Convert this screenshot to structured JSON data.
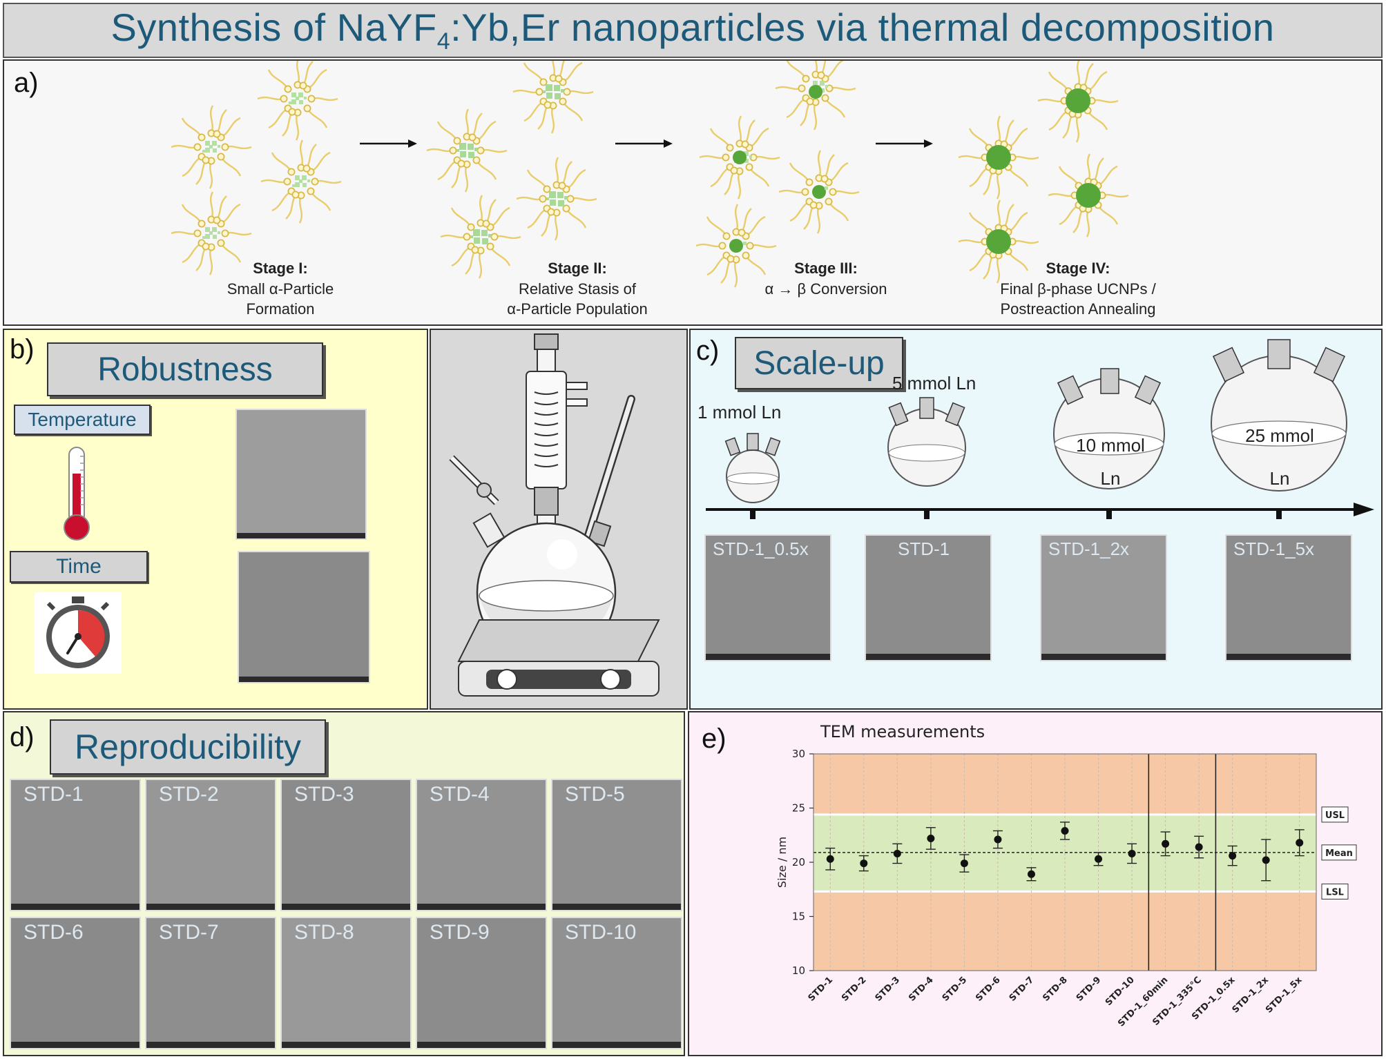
{
  "title": {
    "prefix": "Synthesis of NaYF",
    "sub": "4",
    "suffix": ":Yb,Er nanoparticles via thermal decomposition"
  },
  "panel_a": {
    "letter": "a)",
    "stages": [
      {
        "name": "Stage I:",
        "line1": "Small α-Particle",
        "line2": "Formation"
      },
      {
        "name": "Stage II:",
        "line1": "Relative Stasis of",
        "line2": "α-Particle Population"
      },
      {
        "name": "Stage III:",
        "line1": "α → β Conversion",
        "line2": ""
      },
      {
        "name": "Stage IV:",
        "line1": "Final β-phase UCNPs /",
        "line2": "Postreaction Annealing"
      }
    ]
  },
  "panel_b": {
    "letter": "b)",
    "heading": "Robustness",
    "temperature": "Temperature",
    "time": "Time"
  },
  "panel_c": {
    "letter": "c)",
    "heading": "Scale-up",
    "flasks": [
      {
        "text": "1 mmol Ln"
      },
      {
        "text": "5 mmol Ln"
      },
      {
        "text_top": "10 mmol",
        "text_bottom": "Ln"
      },
      {
        "text_top": "25 mmol",
        "text_bottom": "Ln"
      }
    ],
    "images": [
      "STD-1_0.5x",
      "STD-1",
      "STD-1_2x",
      "STD-1_5x"
    ]
  },
  "panel_d": {
    "letter": "d)",
    "heading": "Reproducibility",
    "images": [
      "STD-1",
      "STD-2",
      "STD-3",
      "STD-4",
      "STD-5",
      "STD-6",
      "STD-7",
      "STD-8",
      "STD-9",
      "STD-10"
    ]
  },
  "panel_e": {
    "letter": "e)"
  },
  "colors": {
    "title_text": "#1d5a7a",
    "panel_b_bg": "#ffffcc",
    "panel_c_bg": "#eaf7fb",
    "panel_d_bg": "#f2f8d8",
    "panel_e_bg": "#fdf0f8",
    "spec_out": "#f7c8a6",
    "spec_in": "#d9ebbc",
    "micelle_tail": "#e8cd6a"
  },
  "chart_data": {
    "type": "scatter",
    "title": "TEM measurements",
    "xlabel": "",
    "ylabel": "Size / nm",
    "ylim": [
      10,
      30
    ],
    "yticks": [
      10,
      15,
      20,
      25,
      30
    ],
    "categories": [
      "STD-1",
      "STD-2",
      "STD-3",
      "STD-4",
      "STD-5",
      "STD-6",
      "STD-7",
      "STD-8",
      "STD-9",
      "STD-10",
      "STD-1_60min",
      "STD-1_335°C",
      "STD-1_0.5x",
      "STD-1_2x",
      "STD-1_5x"
    ],
    "values": [
      20.3,
      19.9,
      20.8,
      22.2,
      19.9,
      22.1,
      18.9,
      22.9,
      20.3,
      20.8,
      21.7,
      21.4,
      20.6,
      20.2,
      21.8
    ],
    "errors": [
      1.0,
      0.7,
      0.9,
      1.0,
      0.8,
      0.8,
      0.6,
      0.8,
      0.6,
      0.9,
      1.1,
      1.0,
      0.9,
      1.9,
      1.2
    ],
    "limits": {
      "USL": 24.4,
      "Mean": 20.9,
      "LSL": 17.3
    },
    "limit_labels": [
      "USL",
      "Mean",
      "LSL"
    ],
    "group_separators_after": [
      "STD-10",
      "STD-1_335°C"
    ],
    "grid": false
  }
}
